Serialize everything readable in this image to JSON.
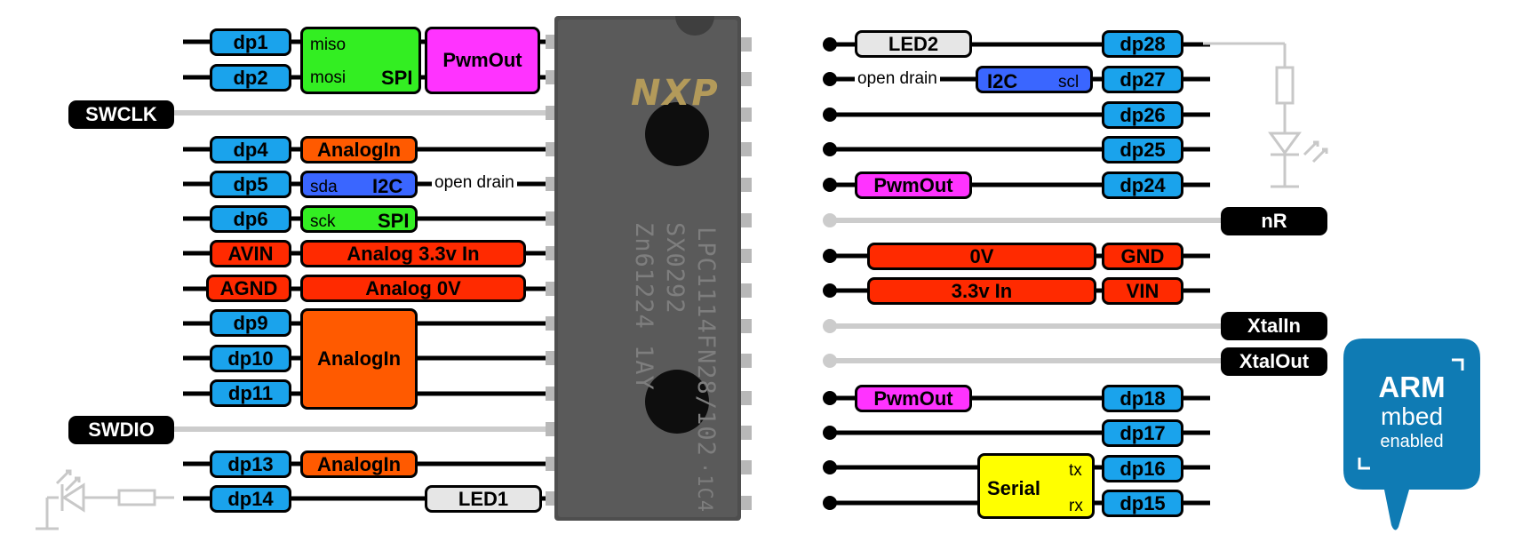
{
  "colors": {
    "pin": "#1aa3ec",
    "analog": "#ff5a00",
    "power": "#ff2a00",
    "pwm": "#ff33ff",
    "spi": "#33ee22",
    "i2c": "#3a66ff",
    "serial": "#ffff00",
    "led": "#e6e6e6",
    "system": "#000000",
    "chip": "#545454",
    "unused_line": "#cccccc",
    "arm_badge": "#0f7bb4"
  },
  "left_pins": [
    {
      "label": "dp1",
      "func": "miso"
    },
    {
      "label": "dp2",
      "func": "mosi"
    },
    {
      "label": "SWCLK",
      "func": "system"
    },
    {
      "label": "dp4",
      "func": "AnalogIn"
    },
    {
      "label": "dp5",
      "func": "sda"
    },
    {
      "label": "dp6",
      "func": "sck"
    },
    {
      "label": "AVIN",
      "func": "Analog 3.3v In"
    },
    {
      "label": "AGND",
      "func": "Analog 0V"
    },
    {
      "label": "dp9",
      "func": "AnalogIn"
    },
    {
      "label": "dp10",
      "func": "AnalogIn"
    },
    {
      "label": "dp11",
      "func": "AnalogIn"
    },
    {
      "label": "SWDIO",
      "func": "system"
    },
    {
      "label": "dp13",
      "func": "AnalogIn"
    },
    {
      "label": "dp14",
      "func": "LED1"
    }
  ],
  "right_pins": [
    {
      "label": "dp28",
      "func": "LED2"
    },
    {
      "label": "dp27",
      "func": "scl"
    },
    {
      "label": "dp26",
      "func": ""
    },
    {
      "label": "dp25",
      "func": ""
    },
    {
      "label": "dp24",
      "func": "PwmOut"
    },
    {
      "label": "nR",
      "func": "system"
    },
    {
      "label": "GND",
      "func": "0V"
    },
    {
      "label": "VIN",
      "func": "3.3v In"
    },
    {
      "label": "XtalIn",
      "func": "system"
    },
    {
      "label": "XtalOut",
      "func": "system"
    },
    {
      "label": "dp18",
      "func": "PwmOut"
    },
    {
      "label": "dp17",
      "func": ""
    },
    {
      "label": "dp16",
      "func": "tx"
    },
    {
      "label": "dp15",
      "func": "rx"
    }
  ],
  "groups": {
    "spi_top": {
      "miso": "miso",
      "mosi": "mosi",
      "name": "SPI"
    },
    "pwm_top": "PwmOut",
    "i2c_left": {
      "pin": "sda",
      "name": "I2C",
      "note": "open drain"
    },
    "spi_left": {
      "pin": "sck",
      "name": "SPI"
    },
    "analog_in_4": "AnalogIn",
    "avin_func": "Analog 3.3v In",
    "agnd_func": "Analog 0V",
    "analog_in_block": "AnalogIn",
    "analog_in_13": "AnalogIn",
    "led1": "LED1",
    "led2": "LED2",
    "i2c_right": {
      "pin": "scl",
      "name": "I2C",
      "note": "open drain"
    },
    "pwm_24": "PwmOut",
    "zero_v": "0V",
    "three_v": "3.3v In",
    "pwm_18": "PwmOut",
    "serial": {
      "name": "Serial",
      "tx": "tx",
      "rx": "rx"
    }
  },
  "chip": {
    "brand": "NXP",
    "marking": [
      "LPC1114FN28/102",
      "SX0292",
      "Zn61224 1AY"
    ],
    "extra": "·1C4"
  },
  "badge": {
    "line1": "ARM",
    "line2": "mbed",
    "line3": "enabled"
  },
  "icons": [
    "led-symbol-icon",
    "resistor-icon",
    "light-rays-icon",
    "arm-mbed-logo"
  ]
}
